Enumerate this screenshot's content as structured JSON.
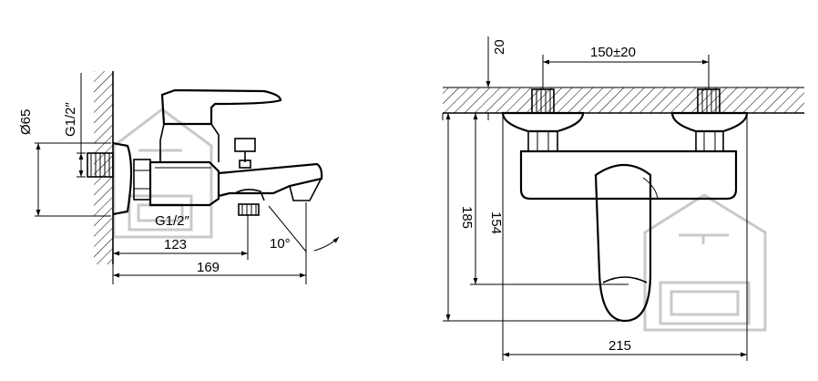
{
  "side_view": {
    "dim_diameter": "Ø65",
    "dim_thread_top": "G1/2″",
    "dim_thread_bottom": "G1/2″",
    "dim_length_short": "123",
    "dim_length_total": "169",
    "dim_angle": "10°"
  },
  "front_view": {
    "dim_offset": "20",
    "dim_spacing": "150±20",
    "dim_height_inner": "154",
    "dim_height_total": "185",
    "dim_width": "215"
  },
  "watermark": {
    "icon": "house-sofa-logo-icon",
    "color": "#c9c9c9"
  }
}
